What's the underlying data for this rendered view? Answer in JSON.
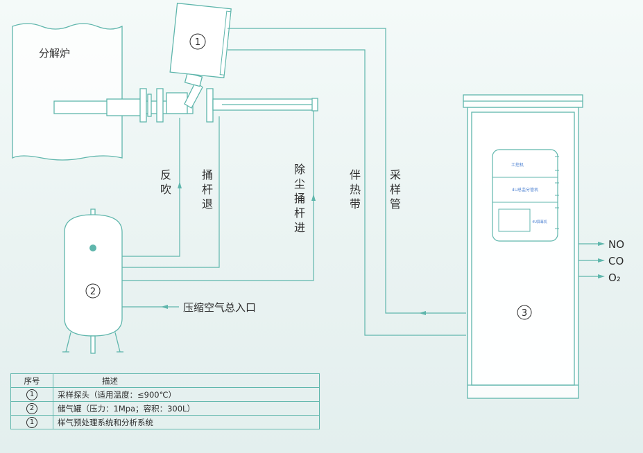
{
  "furnace_label": "分解炉",
  "probe_number": "1",
  "tank_number": "2",
  "cabinet_number": "3",
  "vertical_labels": {
    "reverse_blow": "反吹",
    "rod_retract": "捅杆退",
    "dust_rod_advance": "除尘捅杆进",
    "heat_trace": "伴热带",
    "sample_pipe": "采样管"
  },
  "air_inlet_label": "压缩空气总入口",
  "outputs": [
    "NO",
    "CO",
    "O₂"
  ],
  "panel": {
    "title": "工控机",
    "analyzer": "4U总监分管机",
    "screen_label": "4U屏幕机"
  },
  "legend": {
    "header_no": "序号",
    "header_desc": "描述",
    "rows": [
      {
        "no": "1",
        "desc": "采样探头（适用温度：≤900℃）"
      },
      {
        "no": "2",
        "desc": "储气罐（压力：1Mpa；容积：300L）"
      },
      {
        "no": "1",
        "desc": "样气预处理系统和分析系统"
      }
    ]
  },
  "colors": {
    "line": "#5fb6ac",
    "text": "#2b2b2b",
    "fill": "#ffffff"
  }
}
